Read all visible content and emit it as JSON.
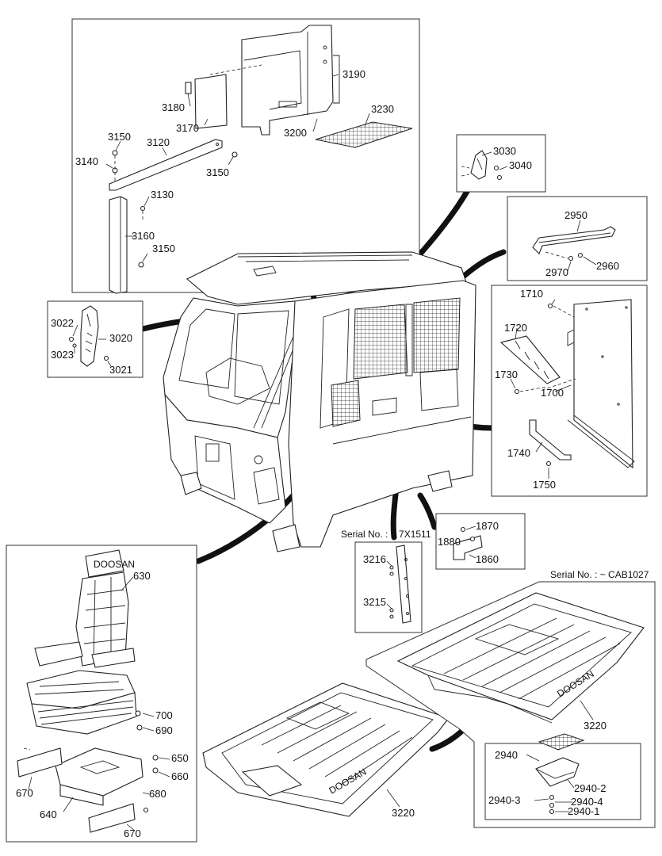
{
  "labels": {
    "p3190": "3190",
    "p3180": "3180",
    "p3170": "3170",
    "p3230": "3230",
    "p3200": "3200",
    "p3150a": "3150",
    "p3120": "3120",
    "p3140": "3140",
    "p3150b": "3150",
    "p3130": "3130",
    "p3160": "3160",
    "p3150c": "3150",
    "p3030": "3030",
    "p3040": "3040",
    "p2950": "2950",
    "p2970": "2970",
    "p2960": "2960",
    "p1710": "1710",
    "p1720": "1720",
    "p1730": "1730",
    "p1700": "1700",
    "p1740": "1740",
    "p1750": "1750",
    "p3022": "3022",
    "p3020": "3020",
    "p3023": "3023",
    "p3021": "3021",
    "p1870": "1870",
    "p1880": "1880",
    "p1860": "1860",
    "p3216": "3216",
    "p3215": "3215",
    "p630": "630",
    "p700": "700",
    "p690": "690",
    "p650": "650",
    "p660": "660",
    "p680": "680",
    "p670a": "670",
    "p640": "640",
    "p670b": "670",
    "p3220a": "3220",
    "p3220b": "3220",
    "p2940": "2940",
    "p2940_2": "2940-2",
    "p2940_3": "2940-3",
    "p2940_4": "2940-4",
    "p2940_1": "2940-1"
  },
  "serials": {
    "serial_7x": "Serial No. : ~ 7X1511",
    "serial_cab": "Serial No. : ~ CAB1027"
  },
  "branding": {
    "floor_mat_logo": "DOOSAN",
    "seat_logo": "DOOSAN"
  },
  "colors": {
    "line": "#222222",
    "callout": "#111111",
    "background": "#ffffff"
  }
}
